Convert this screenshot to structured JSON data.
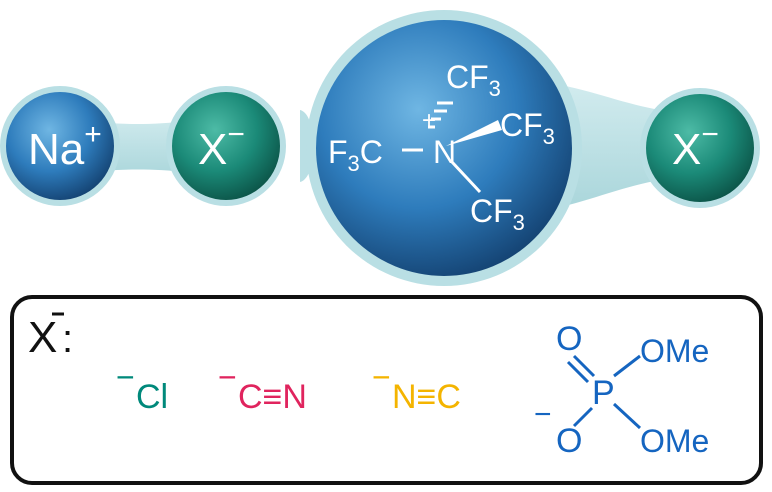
{
  "ion_pairs": {
    "left": {
      "cation": {
        "label": "Na",
        "charge": "+"
      },
      "anion": {
        "label": "X",
        "charge": "−"
      }
    },
    "right": {
      "cation": {
        "center_atom": "N",
        "center_charge": "+",
        "group_top": {
          "main": "CF",
          "sub": "3"
        },
        "group_right": {
          "main": "CF",
          "sub": "3"
        },
        "group_left": {
          "main": "F",
          "sub": "3",
          "tail": "C"
        },
        "group_bottom": {
          "main": "CF",
          "sub": "3"
        }
      },
      "anion": {
        "label": "X",
        "charge": "−"
      }
    }
  },
  "legend": {
    "x_label": "X",
    "x_colon": ":",
    "anions": [
      {
        "id": "chloride",
        "charge": "−",
        "text": "Cl",
        "color": "#00897b"
      },
      {
        "id": "cyanide",
        "charge": "−",
        "text": "C≡N",
        "color": "#e0245e"
      },
      {
        "id": "isocyanide",
        "charge": "−",
        "text": "N≡C",
        "color": "#f4b400"
      }
    ],
    "phosphate": {
      "color": "#1565c0",
      "atom_o_top": "O",
      "atom_p": "P",
      "atom_o_bottom": "O",
      "o_charge": "−",
      "ome_top": "OMe",
      "ome_bottom": "OMe"
    }
  },
  "colors": {
    "blue_sphere": "#1f5f9e",
    "green_sphere": "#127a6a",
    "bridge": "#b6dde2"
  }
}
